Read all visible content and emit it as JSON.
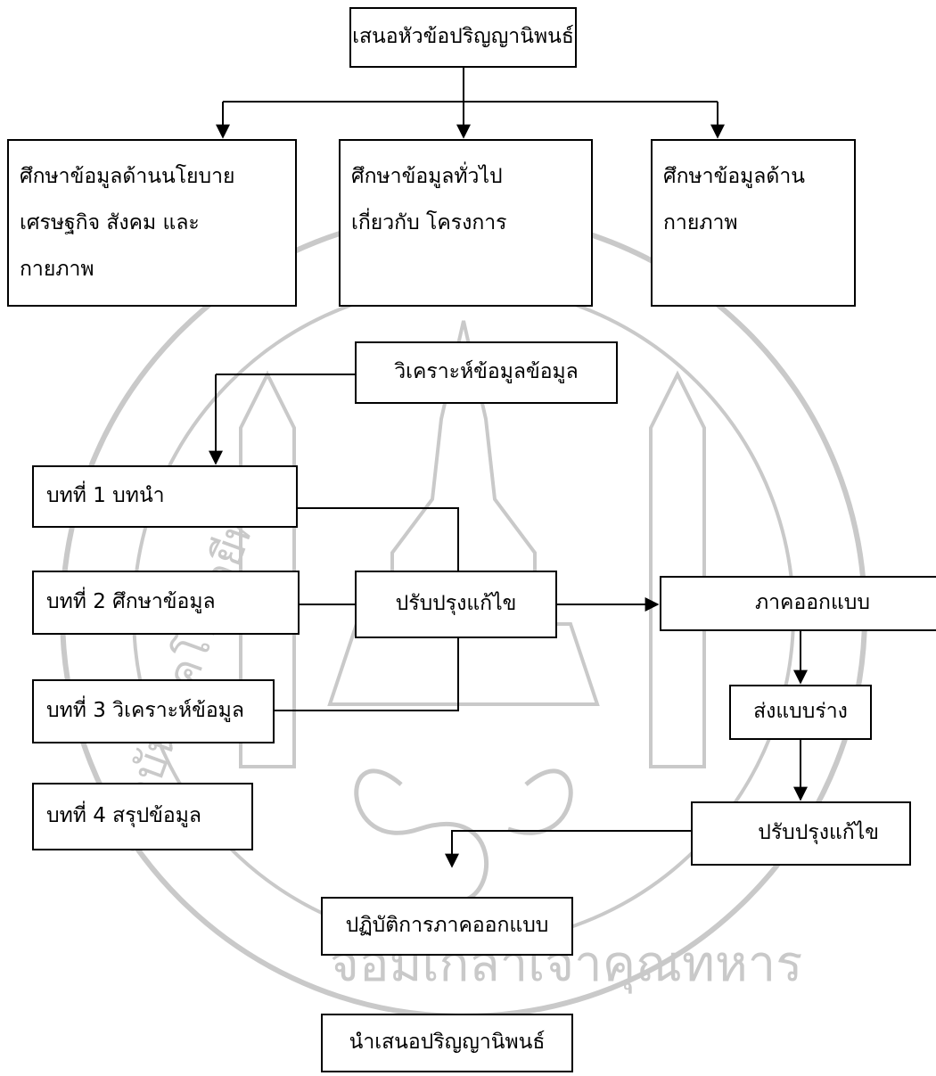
{
  "nodes": {
    "propose_topic": "เสนอหัวข้อปริญญานิพนธ์",
    "study_policy": [
      "ศึกษาข้อมูลด้านนโยบาย",
      "เศรษฐกิจ สังคม  และ",
      "กายภาพ"
    ],
    "study_general": [
      "ศึกษาข้อมูลทั่วไป",
      "เกี่ยวกับ   โครงการ"
    ],
    "study_physical": [
      "ศึกษาข้อมูลด้าน",
      "กายภาพ"
    ],
    "analyze": "วิเคราะห์ข้อมูลข้อมูล",
    "ch1": "บทที่ 1 บทนำ",
    "ch2": "บทที่ 2  ศึกษาข้อมูล",
    "ch3": "บทที่ 3  วิเคราะห์ข้อมูล",
    "ch4": "บทที่ 4  สรุปข้อมูล",
    "revise_1": "ปรับปรุงแก้ไข",
    "design_part": "ภาคออกแบบ",
    "submit_draft": "ส่งแบบร่าง",
    "revise_2": "ปรับปรุงแก้ไข",
    "design_practice": "ปฏิบัติการภาคออกแบบ",
    "present_thesis": "นำเสนอปริญญานิพนธ์"
  },
  "watermark": {
    "text_lower": "จอมเกล้าเจ้าคุณทหาร",
    "text_left": "สถาบันเทคโนโลยีพระ"
  },
  "colors": {
    "ink": "#000000",
    "watermark": "#c9c9c9"
  }
}
